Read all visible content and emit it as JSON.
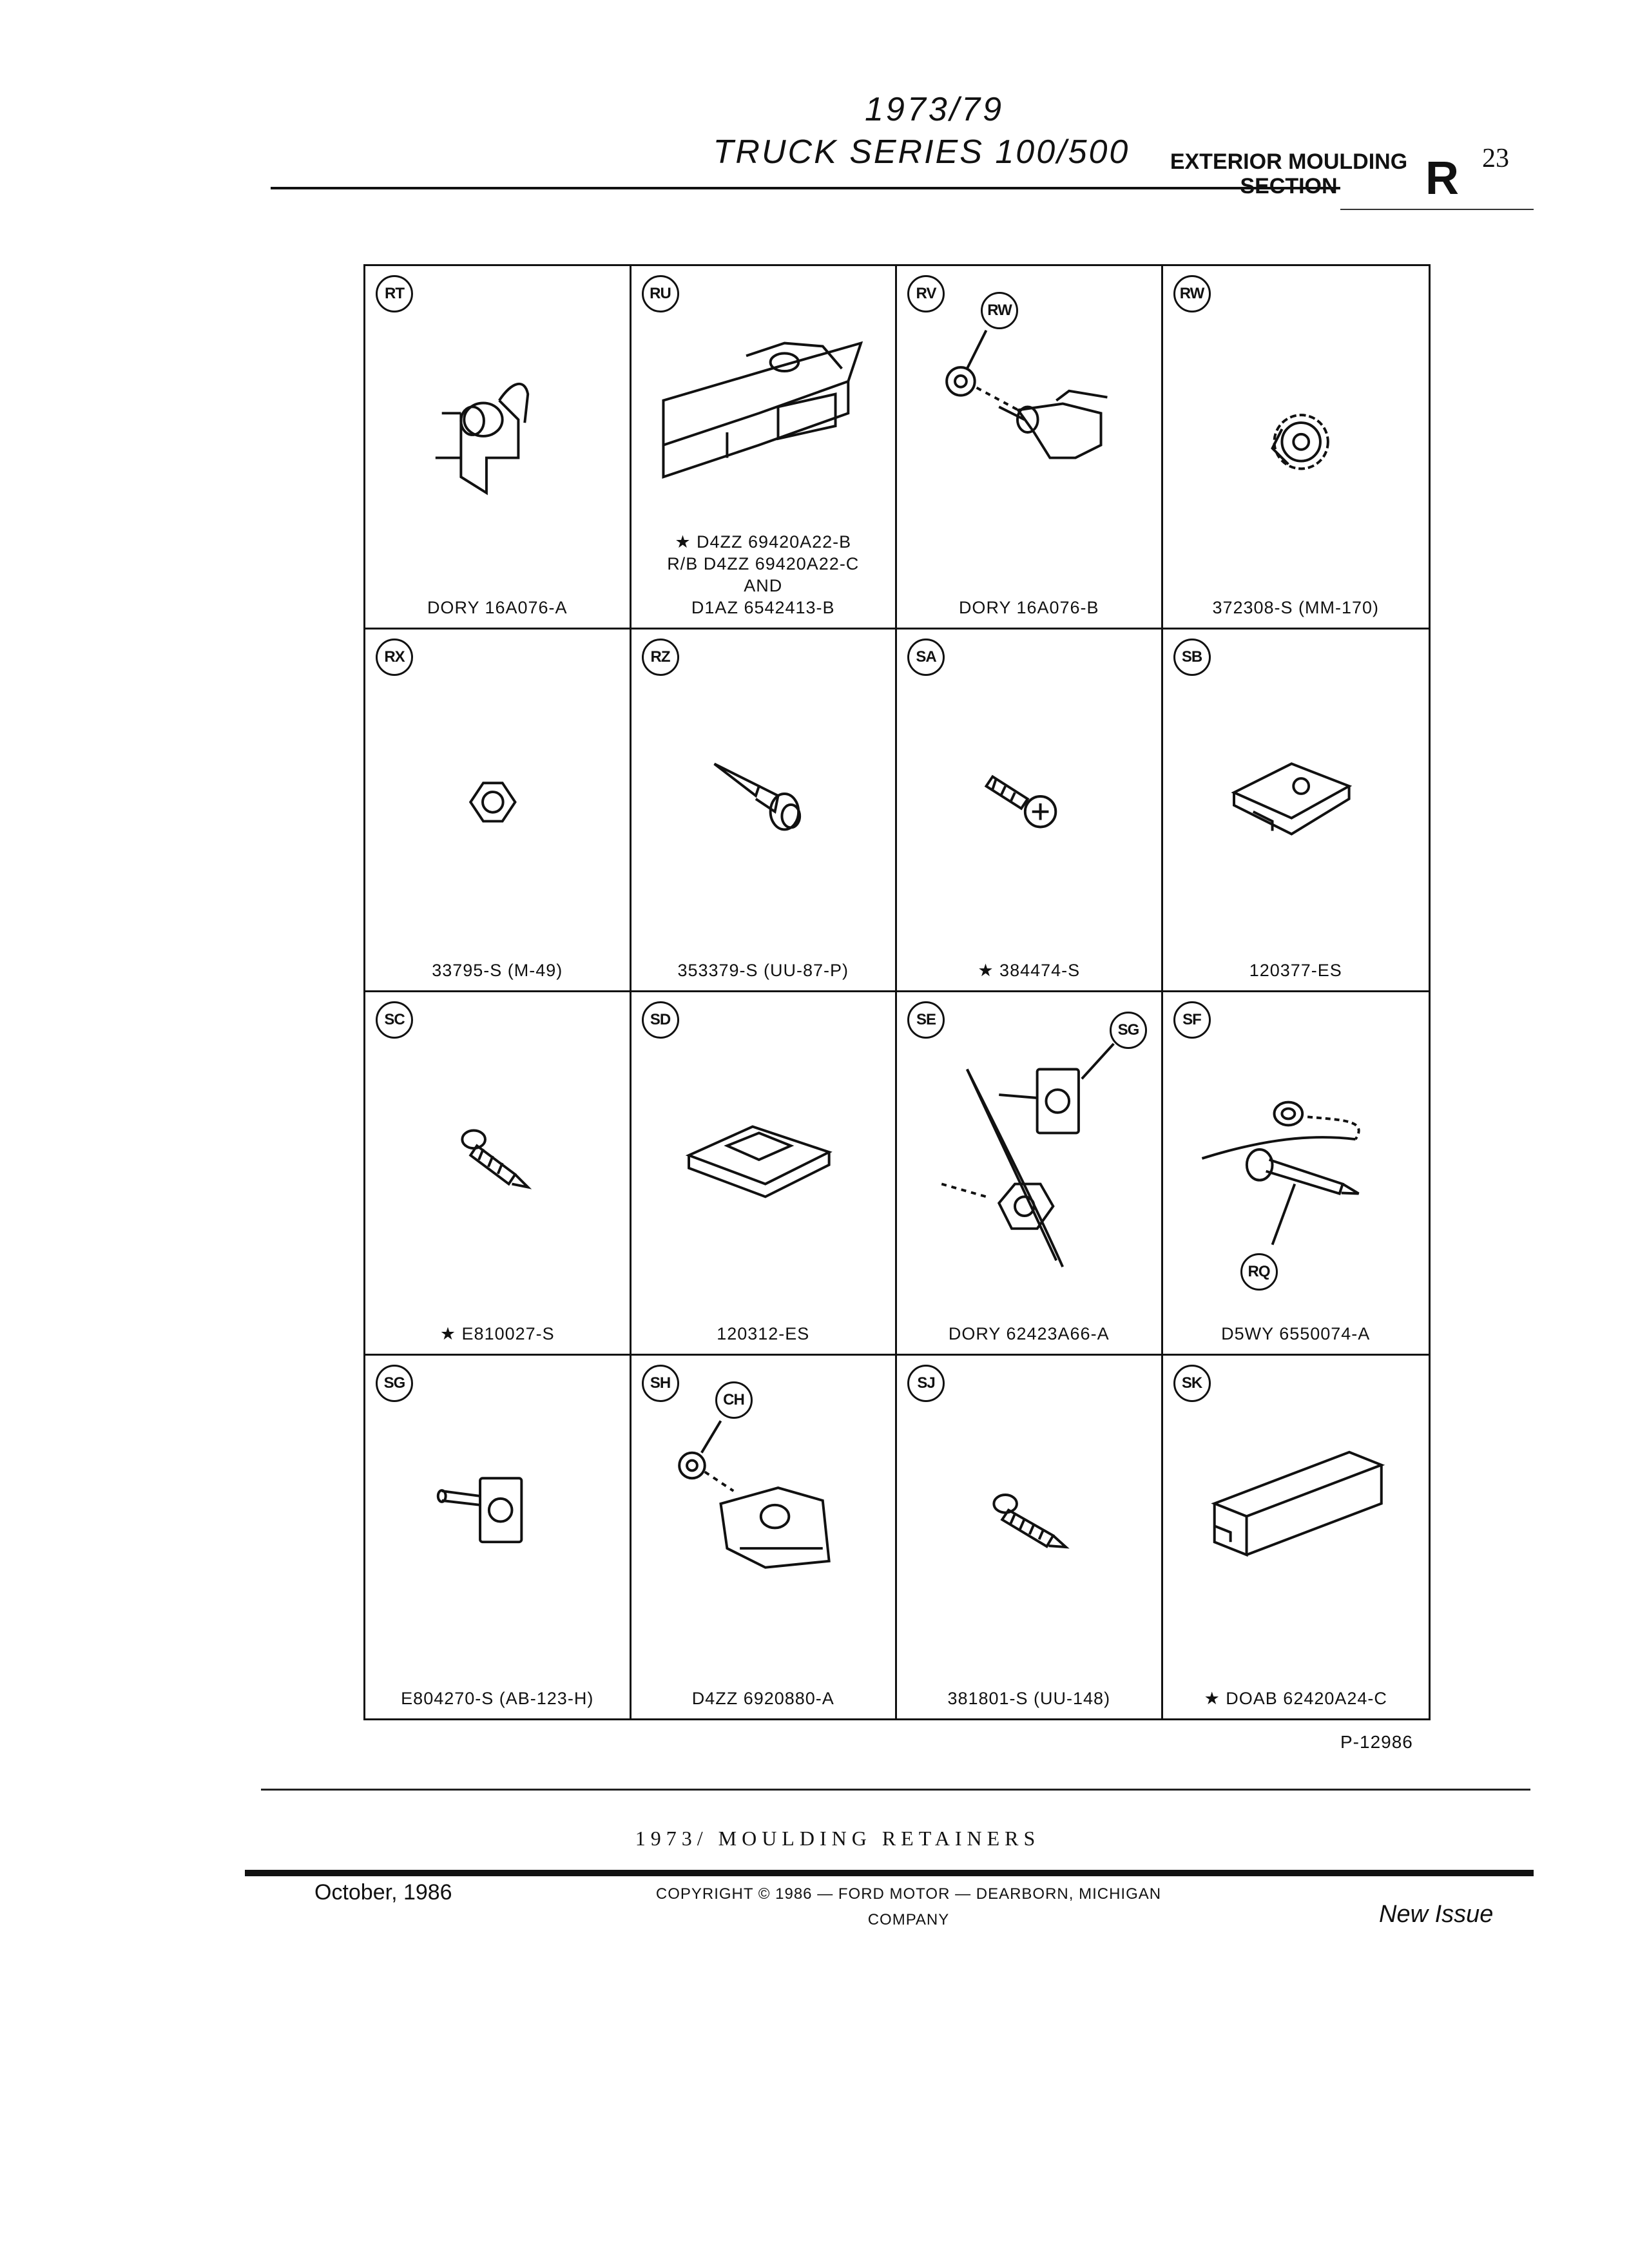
{
  "header": {
    "year": "1973/79",
    "series": "TRUCK SERIES 100/500",
    "section_line1": "EXTERIOR MOULDING",
    "section_line2": "SECTION",
    "section_letter": "R",
    "page_number": "23"
  },
  "cells": [
    {
      "label": "RT",
      "lines": [
        "DORY 16A076-A"
      ]
    },
    {
      "label": "RU",
      "lines": [
        "★ D4ZZ 69420A22-B",
        "R/B D4ZZ 69420A22-C",
        "AND",
        "D1AZ 6542413-B"
      ]
    },
    {
      "label": "RV",
      "callouts": [
        "RW"
      ],
      "lines": [
        "DORY 16A076-B"
      ]
    },
    {
      "label": "RW",
      "lines": [
        "372308-S (MM-170)"
      ]
    },
    {
      "label": "RX",
      "lines": [
        "33795-S (M-49)"
      ]
    },
    {
      "label": "RZ",
      "lines": [
        "353379-S (UU-87-P)"
      ]
    },
    {
      "label": "SA",
      "lines": [
        "★ 384474-S"
      ]
    },
    {
      "label": "SB",
      "lines": [
        "120377-ES"
      ]
    },
    {
      "label": "SC",
      "lines": [
        "★ E810027-S"
      ]
    },
    {
      "label": "SD",
      "lines": [
        "120312-ES"
      ]
    },
    {
      "label": "SE",
      "callouts": [
        "SG"
      ],
      "lines": [
        "DORY 62423A66-A"
      ]
    },
    {
      "label": "SF",
      "callouts": [
        "RQ"
      ],
      "lines": [
        "D5WY 6550074-A"
      ]
    },
    {
      "label": "SG",
      "lines": [
        "E804270-S (AB-123-H)"
      ]
    },
    {
      "label": "SH",
      "callouts": [
        "CH"
      ],
      "lines": [
        "D4ZZ 6920880-A"
      ]
    },
    {
      "label": "SJ",
      "lines": [
        "381801-S (UU-148)"
      ]
    },
    {
      "label": "SK",
      "lines": [
        "★ DOAB 62420A24-C"
      ]
    }
  ],
  "figure_ref": "P-12986",
  "footer": {
    "title": "1973/ MOULDING RETAINERS",
    "date": "October, 1986",
    "copyright_line1": "COPYRIGHT © 1986 — FORD MOTOR — DEARBORN, MICHIGAN",
    "copyright_line2": "COMPANY",
    "issue": "New Issue"
  }
}
